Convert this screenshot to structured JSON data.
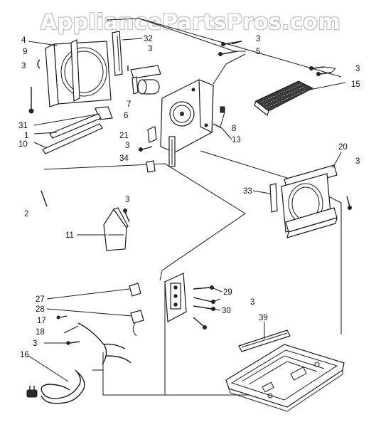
{
  "watermark": "AppliancePartsPros.com",
  "callouts": [
    {
      "id": "c4",
      "text": "4"
    },
    {
      "id": "c9",
      "text": "9"
    },
    {
      "id": "c3a",
      "text": "3"
    },
    {
      "id": "c31",
      "text": "31"
    },
    {
      "id": "c1",
      "text": "1"
    },
    {
      "id": "c10",
      "text": "10"
    },
    {
      "id": "c32",
      "text": "32"
    },
    {
      "id": "c3b",
      "text": "3"
    },
    {
      "id": "c3c",
      "text": "3"
    },
    {
      "id": "c5",
      "text": "5"
    },
    {
      "id": "c3d",
      "text": "3"
    },
    {
      "id": "c15",
      "text": "15"
    },
    {
      "id": "c7",
      "text": "7"
    },
    {
      "id": "c6",
      "text": "6"
    },
    {
      "id": "c8",
      "text": "8"
    },
    {
      "id": "c13",
      "text": "13"
    },
    {
      "id": "c21",
      "text": "21"
    },
    {
      "id": "c3e",
      "text": "3"
    },
    {
      "id": "c34",
      "text": "34"
    },
    {
      "id": "c20",
      "text": "20"
    },
    {
      "id": "c3f",
      "text": "3"
    },
    {
      "id": "c33",
      "text": "33"
    },
    {
      "id": "c2",
      "text": "2"
    },
    {
      "id": "c3g",
      "text": "3"
    },
    {
      "id": "c11",
      "text": "11"
    },
    {
      "id": "c27",
      "text": "27"
    },
    {
      "id": "c28",
      "text": "28"
    },
    {
      "id": "c17",
      "text": "17"
    },
    {
      "id": "c18",
      "text": "18"
    },
    {
      "id": "c3h",
      "text": "3"
    },
    {
      "id": "c16",
      "text": "16"
    },
    {
      "id": "c29",
      "text": "29"
    },
    {
      "id": "c3i",
      "text": "3"
    },
    {
      "id": "c30",
      "text": "30"
    },
    {
      "id": "c39",
      "text": "39"
    }
  ]
}
